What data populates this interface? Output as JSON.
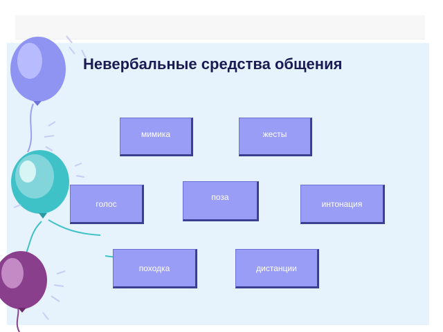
{
  "title": "Невербальные средства общения",
  "boxes": {
    "mimika": "мимика",
    "zhesty": "жесты",
    "golos": "голос",
    "poza": "поза",
    "intonatsiya": "интонация",
    "pokhodka": "походка",
    "distantsii": "дистанции"
  },
  "colors": {
    "slide_background": "#e6f3fc",
    "box_fill": "#9a9df5",
    "box_shadow": "#3b3f8f",
    "title_text": "#1b1b54",
    "balloon_blue": "#8f93f2",
    "balloon_teal": "#3fc1c8",
    "balloon_purple": "#8a3f8c"
  },
  "decorations": [
    "balloon-blue-icon",
    "balloon-teal-icon",
    "balloon-purple-icon",
    "sparkle-icon"
  ]
}
